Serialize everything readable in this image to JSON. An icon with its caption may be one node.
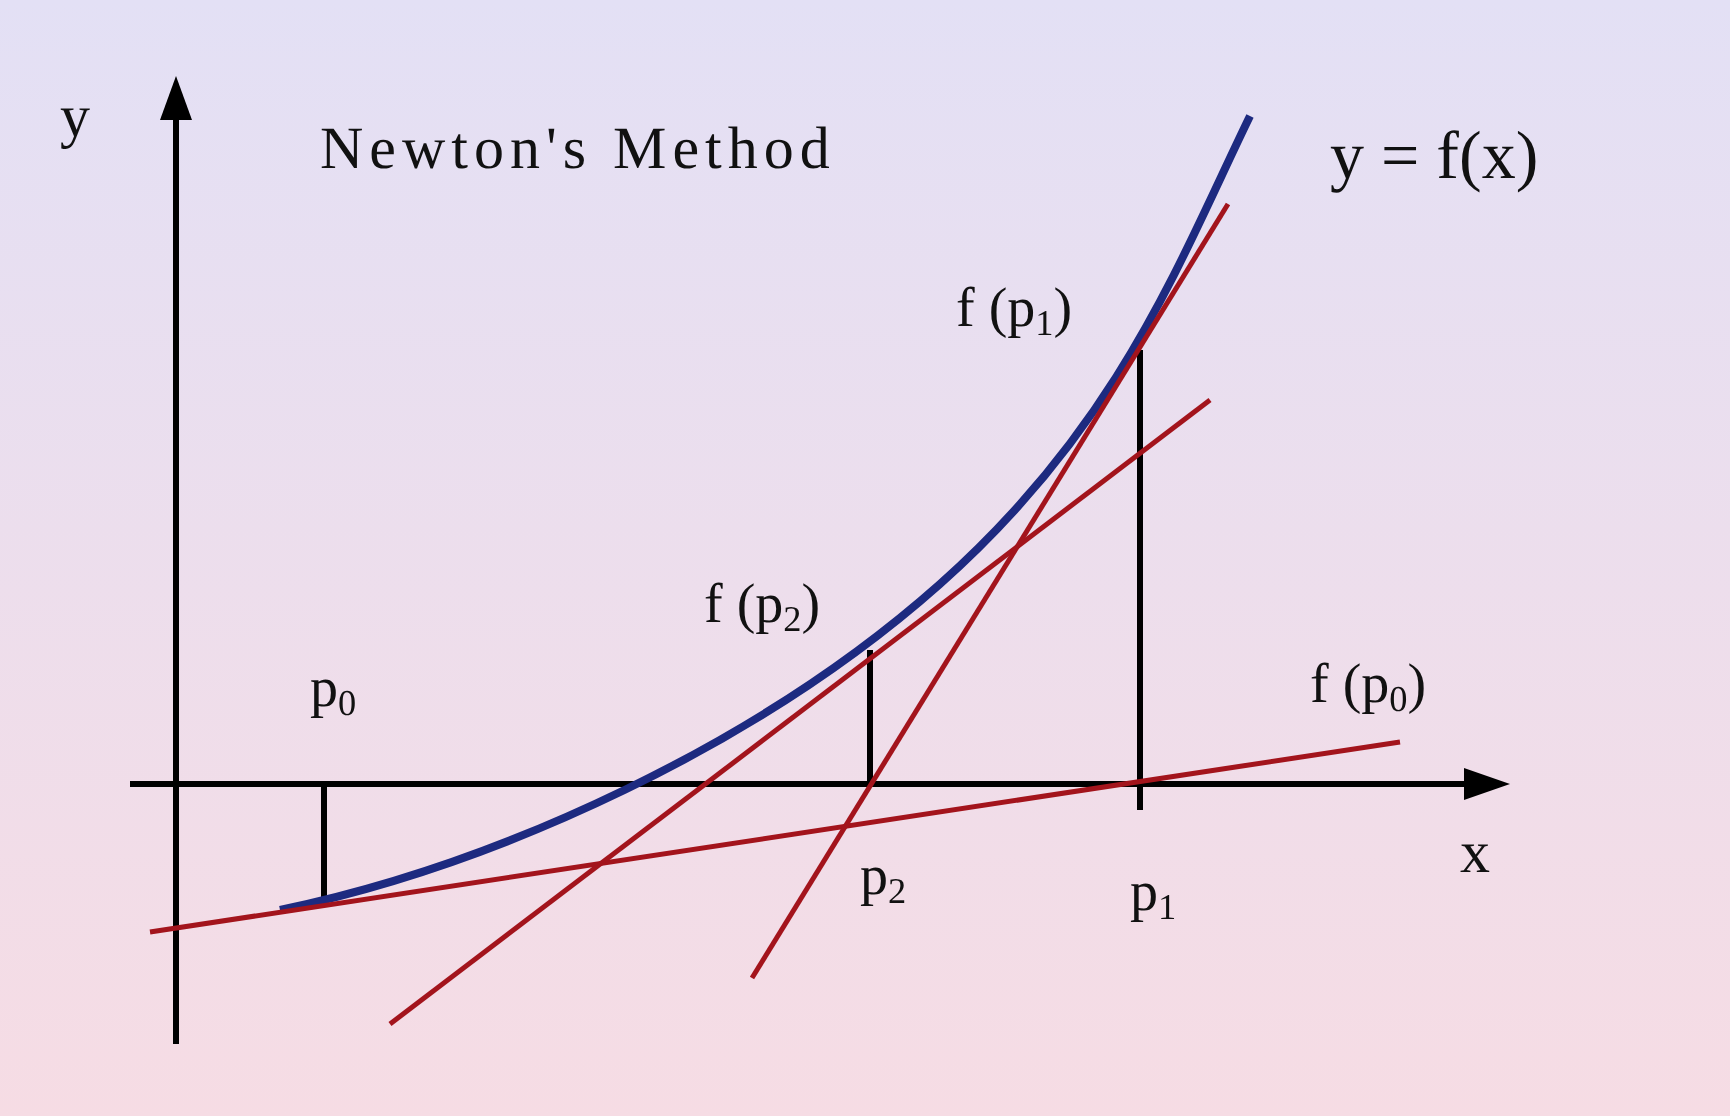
{
  "diagram": {
    "title": "Newton's Method",
    "labels": [
      "y",
      "y = f(x)",
      "f (p$_{1}$)",
      "f (p$_{2}$)",
      "p$_{0}$",
      "f (p$_{0}$)",
      "x",
      "p$_{2}$",
      "p$_{1}$"
    ]
  }
}
